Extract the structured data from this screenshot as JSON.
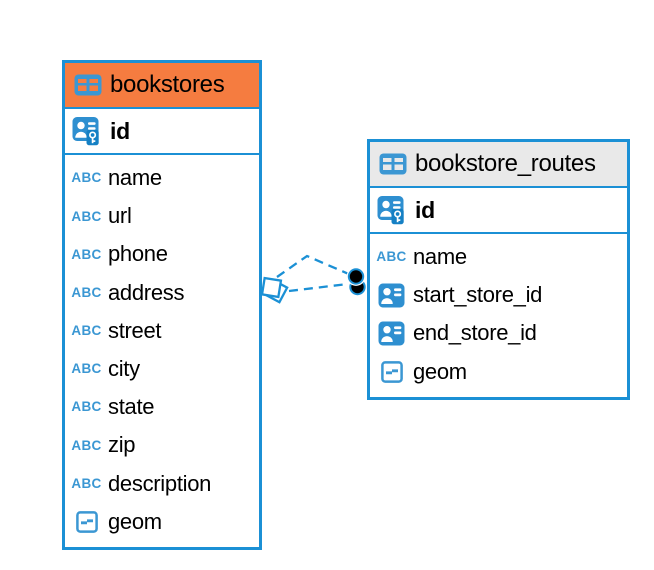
{
  "diagram": {
    "background": "#ffffff",
    "tables": [
      {
        "name": "bookstores",
        "header_color": "#f57c40",
        "primary_key": "id",
        "columns": [
          {
            "name": "name",
            "type": "text"
          },
          {
            "name": "url",
            "type": "text"
          },
          {
            "name": "phone",
            "type": "text"
          },
          {
            "name": "address",
            "type": "text"
          },
          {
            "name": "street",
            "type": "text"
          },
          {
            "name": "city",
            "type": "text"
          },
          {
            "name": "state",
            "type": "text"
          },
          {
            "name": "zip",
            "type": "text"
          },
          {
            "name": "description",
            "type": "text"
          },
          {
            "name": "geom",
            "type": "geometry"
          }
        ]
      },
      {
        "name": "bookstore_routes",
        "header_color": "#e9e9e9",
        "primary_key": "id",
        "columns": [
          {
            "name": "name",
            "type": "text"
          },
          {
            "name": "start_store_id",
            "type": "fk"
          },
          {
            "name": "end_store_id",
            "type": "fk"
          },
          {
            "name": "geom",
            "type": "geometry"
          }
        ]
      }
    ],
    "relationships": [
      {
        "from_table": "bookstore_routes",
        "to_table": "bookstores",
        "line_style": "dashed",
        "lines": 2
      }
    ],
    "icons": {
      "table_icon": "table-grid",
      "primary_key_icon": "person-card-with-key",
      "fk_icon": "person-card",
      "text_icon_label": "ABC",
      "geometry_icon": "square-with-dash",
      "many_end": "diamond",
      "one_end": "filled-dot"
    },
    "colors": {
      "accent_blue": "#1b90d5",
      "icon_blue": "#3b97d3",
      "icon_fill_blue": "#2e8fd0",
      "key_badge_blue": "#1580c4",
      "orange_header": "#f57c40",
      "gray_header": "#e9e9e9",
      "text": "#000000"
    }
  }
}
